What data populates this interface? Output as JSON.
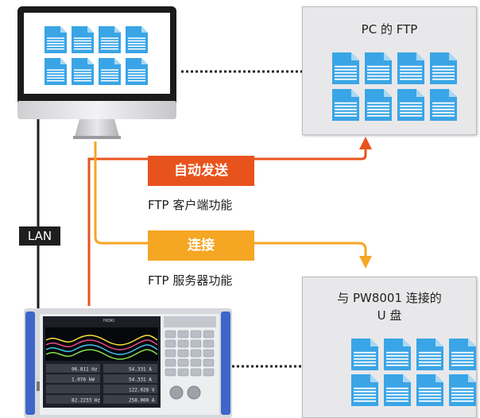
{
  "pc_ftp": {
    "title": "PC 的 FTP"
  },
  "usb_box": {
    "title_line1": "与 PW8001 连接的",
    "title_line2": "U 盘"
  },
  "auto_send": {
    "label": "自动发送",
    "caption": "FTP 客户端功能",
    "color": "#e8531d"
  },
  "connect": {
    "label": "连接",
    "caption": "FTP 服务器功能",
    "color": "#f5a623"
  },
  "lan_label": "LAN",
  "instrument": {
    "brand": "HIOKI",
    "readouts": [
      {
        "value": "96.811",
        "unit": "Hz"
      },
      {
        "value": "54.331",
        "unit": "A"
      },
      {
        "value": "1.076",
        "unit": "kW"
      },
      {
        "value": "54.331",
        "unit": "A"
      },
      {
        "value": "",
        "unit": ""
      },
      {
        "value": "122.028",
        "unit": "V"
      },
      {
        "value": "82.2233",
        "unit": "Hz"
      },
      {
        "value": "258.000",
        "unit": "A"
      }
    ]
  },
  "colors": {
    "file_icon": "#3aa5e6",
    "box_bg": "#e8e8ea",
    "line_dark": "#1e1e1e"
  }
}
